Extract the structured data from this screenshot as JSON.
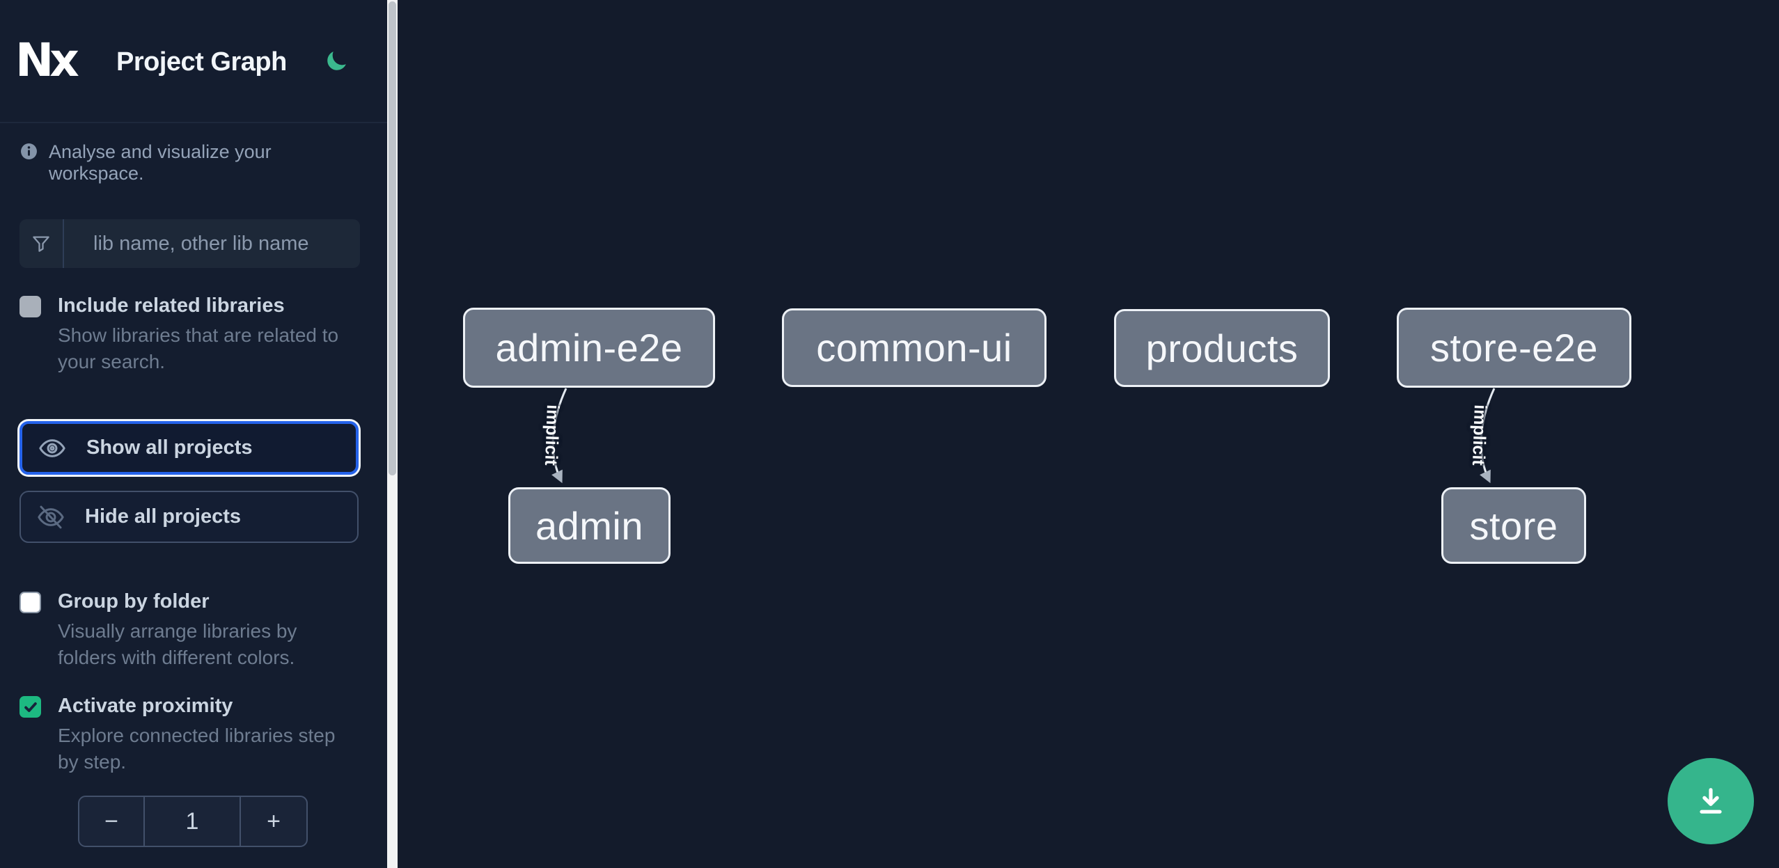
{
  "header": {
    "logo_text": "Nx",
    "title": "Project Graph"
  },
  "sidebar": {
    "info_text": "Analyse and visualize your workspace.",
    "search": {
      "placeholder": "lib name, other lib name",
      "value": ""
    },
    "filters": [
      {
        "label": "Include related libraries",
        "checked": false,
        "description_lines": [
          "Show libraries that are related to",
          "your search."
        ]
      },
      {
        "label": "Group by folder",
        "checked": false,
        "description_lines": [
          "Visually arrange libraries by",
          "folders with different colors."
        ]
      },
      {
        "label": "Activate proximity",
        "checked": true,
        "description_lines": [
          "Explore connected libraries step",
          "by step."
        ]
      }
    ],
    "actions": [
      {
        "label": "Show all projects",
        "state": "focused"
      },
      {
        "label": "Hide all projects",
        "state": "default"
      }
    ],
    "proximity_stepper": {
      "decrement_label": "−",
      "value": "1",
      "increment_label": "+"
    }
  },
  "graph": {
    "nodes": [
      {
        "label": "admin-e2e"
      },
      {
        "label": "common-ui"
      },
      {
        "label": "products"
      },
      {
        "label": "store-e2e"
      },
      {
        "label": "admin"
      },
      {
        "label": "store"
      }
    ],
    "edges": [
      {
        "from": "admin-e2e",
        "to": "admin",
        "label": "implicit"
      },
      {
        "from": "store-e2e",
        "to": "store",
        "label": "implicit"
      }
    ]
  },
  "fab": {
    "icon": "download-icon"
  },
  "colors": {
    "accent_blue": "#2563eb",
    "green": "#35b58c",
    "node_fill": "#6a7484",
    "sidebar_bg": "#141d2f",
    "canvas_bg": "#131b2b"
  }
}
